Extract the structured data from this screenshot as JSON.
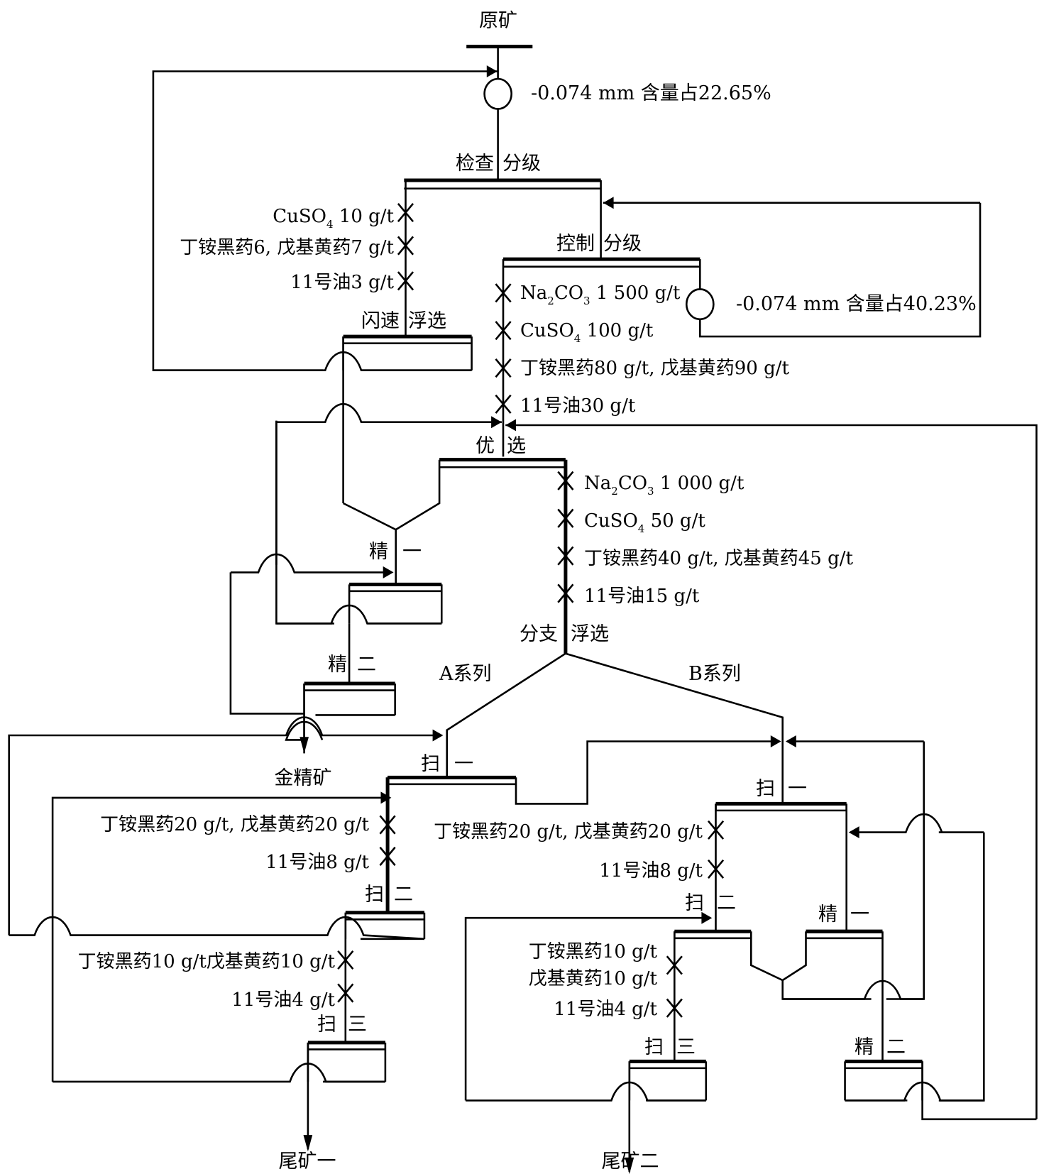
{
  "title": "金矿浮选流程图",
  "feed": {
    "label": "原矿"
  },
  "grinding_1": {
    "label": "-0.074 mm 含量占22.65%"
  },
  "grinding_2": {
    "label": "-0.074 mm 含量占40.23%"
  },
  "stages": {
    "inspection_classification": {
      "left": "检查",
      "right": "分级"
    },
    "control_classification": {
      "left": "控制",
      "right": "分级"
    },
    "flash_flotation": {
      "left": "闪速",
      "right": "浮选"
    },
    "preferential_flotation": {
      "left": "优",
      "right": "选"
    },
    "cleaner_1": {
      "left": "精",
      "right": "一"
    },
    "cleaner_2": {
      "left": "精",
      "right": "二"
    },
    "branch_flotation": {
      "left": "分支",
      "right": "浮选"
    },
    "a_scav_1": {
      "left": "扫",
      "right": "一"
    },
    "a_scav_2": {
      "left": "扫",
      "right": "二"
    },
    "a_scav_3": {
      "left": "扫",
      "right": "三"
    },
    "b_scav_1": {
      "left": "扫",
      "right": "一"
    },
    "b_scav_2": {
      "left": "扫",
      "right": "二"
    },
    "b_scav_3": {
      "left": "扫",
      "right": "三"
    },
    "b_cleaner_1": {
      "left": "精",
      "right": "一"
    },
    "b_cleaner_2": {
      "left": "精",
      "right": "二"
    }
  },
  "series": {
    "a": "A系列",
    "b": "B系列"
  },
  "products": {
    "gold_concentrate": "金精矿",
    "tailings_1": "尾矿一",
    "tailings_2": "尾矿二"
  },
  "reagents": {
    "flash": [
      {
        "formula": "CuSO",
        "sub": "4",
        "rest": " 10 g/t"
      },
      {
        "text": "丁铵黑药6, 戊基黄药7 g/t"
      },
      {
        "text": "11号油3 g/t"
      }
    ],
    "preferential": [
      {
        "formula": "Na",
        "sub": "2",
        "formula2": "CO",
        "sub2": "3",
        "rest": " 1 500 g/t"
      },
      {
        "formula": "CuSO",
        "sub": "4",
        "rest": " 100 g/t"
      },
      {
        "text": "丁铵黑药80 g/t, 戊基黄药90 g/t"
      },
      {
        "text": "11号油30 g/t"
      }
    ],
    "branch": [
      {
        "formula": "Na",
        "sub": "2",
        "formula2": "CO",
        "sub2": "3",
        "rest": " 1 000 g/t"
      },
      {
        "formula": "CuSO",
        "sub": "4",
        "rest": " 50 g/t"
      },
      {
        "text": "丁铵黑药40 g/t, 戊基黄药45 g/t"
      },
      {
        "text": "11号油15 g/t"
      }
    ],
    "a_scav_2": [
      {
        "text": "丁铵黑药20 g/t, 戊基黄药20 g/t"
      },
      {
        "text": "11号油8 g/t"
      }
    ],
    "a_scav_3": [
      {
        "text": "丁铵黑药10 g/t戊基黄药10 g/t"
      },
      {
        "text": "11号油4 g/t"
      }
    ],
    "b_scav_2": [
      {
        "text": "丁铵黑药20 g/t, 戊基黄药20 g/t"
      },
      {
        "text": "11号油8 g/t"
      }
    ],
    "b_scav_3": [
      {
        "text": "丁铵黑药10 g/t"
      },
      {
        "text": "戊基黄药10 g/t"
      },
      {
        "text": "11号油4 g/t"
      }
    ]
  }
}
